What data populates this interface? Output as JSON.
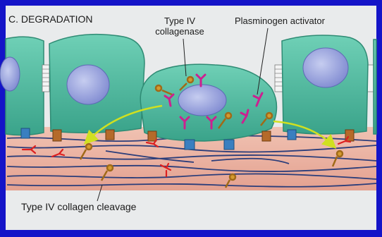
{
  "diagram": {
    "panel_title": "C. DEGRADATION",
    "labels": {
      "collagenase_line1": "Type IV",
      "collagenase_line2": "collagenase",
      "plasminogen": "Plasminogen activator",
      "cleavage": "Type IV collagen cleavage"
    },
    "colors": {
      "frame": "#1414c8",
      "background": "#e9ebec",
      "cell_fill": "#5bbfa6",
      "nucleus": "#8f9bdc",
      "membrane": "#e8b0a0",
      "fibers": "#2b3d7a",
      "collagenase": "#c08020",
      "plasminogen": "#cc2090",
      "cleaved_red": "#dd2020",
      "arrow": "#d0e020"
    }
  }
}
